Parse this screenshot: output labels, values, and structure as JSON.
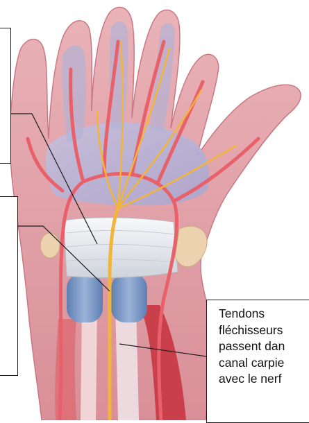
{
  "figure": {
    "subject": "hand-anatomy-carpal-tunnel",
    "colors": {
      "skin": "#e8aab0",
      "skin_shade": "#d48994",
      "artery": "#e8606a",
      "nerve": "#f2b53a",
      "ligament": "#eef0f3",
      "tendon_sheath": "#7d9ac4",
      "muscle": "#c9404a",
      "palm_blue": "#b9b8d8"
    }
  },
  "callouts": {
    "tendons": {
      "lines": [
        "Tendons",
        "fléchisseurs",
        "passent dan",
        "canal carpie",
        "avec le nerf"
      ]
    }
  }
}
